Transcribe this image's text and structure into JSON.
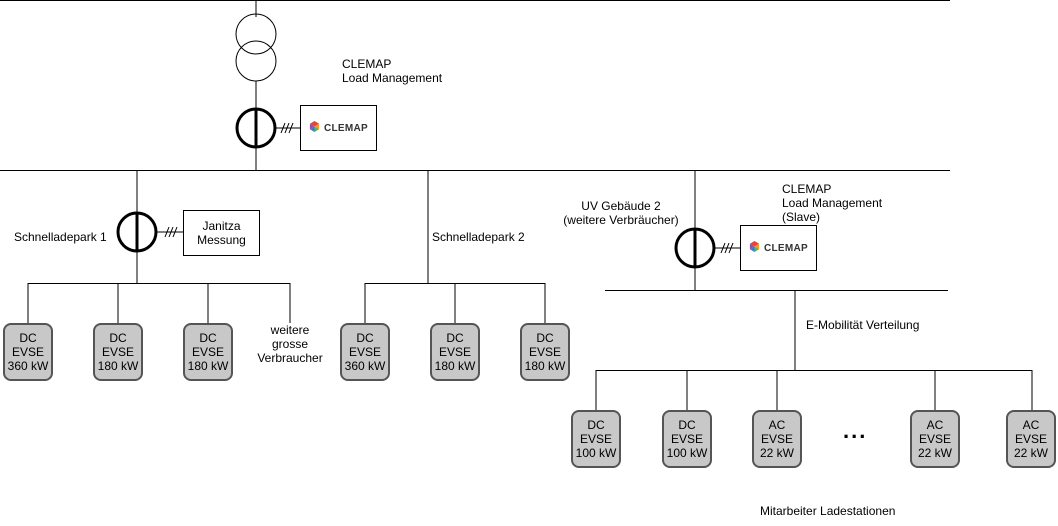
{
  "labels": {
    "main_clemap": [
      "CLEMAP",
      "Load Management"
    ],
    "schnelladepark1": "Schnelladepark 1",
    "schnelladepark2": "Schnelladepark 2",
    "uv_gebaeude": [
      "UV Gebäude 2",
      "(weitere Verbräucher)"
    ],
    "slave_clemap": [
      "CLEMAP",
      "Load Management",
      "(Slave)"
    ],
    "weitere": [
      "weitere",
      "grosse",
      "Verbraucher"
    ],
    "emob": "E-Mobilität Verteilung",
    "mitarbeiter": "Mitarbeiter Ladestationen",
    "ellipsis": "..."
  },
  "janitza": [
    "Janitza",
    "Messung"
  ],
  "clemap_logo": "CLEMAP",
  "colors": {
    "evse_fill": "#c8c8c8",
    "evse_border": "#555555",
    "logo_red": "#e8433a",
    "logo_orange": "#f29b2a",
    "logo_green": "#5bb55b",
    "logo_blue": "#3a7dc9"
  },
  "park1_evse": [
    {
      "type": "DC",
      "label": "EVSE",
      "power": "360 kW"
    },
    {
      "type": "DC",
      "label": "EVSE",
      "power": "180 kW"
    },
    {
      "type": "DC",
      "label": "EVSE",
      "power": "180 kW"
    }
  ],
  "park2_evse": [
    {
      "type": "DC",
      "label": "EVSE",
      "power": "360 kW"
    },
    {
      "type": "DC",
      "label": "EVSE",
      "power": "180 kW"
    },
    {
      "type": "DC",
      "label": "EVSE",
      "power": "180 kW"
    }
  ],
  "staff_evse": [
    {
      "type": "DC",
      "label": "EVSE",
      "power": "100 kW"
    },
    {
      "type": "DC",
      "label": "EVSE",
      "power": "100 kW"
    },
    {
      "type": "AC",
      "label": "EVSE",
      "power": "22 kW"
    },
    {
      "type": "AC",
      "label": "EVSE",
      "power": "22 kW"
    },
    {
      "type": "AC",
      "label": "EVSE",
      "power": "22 kW"
    }
  ]
}
